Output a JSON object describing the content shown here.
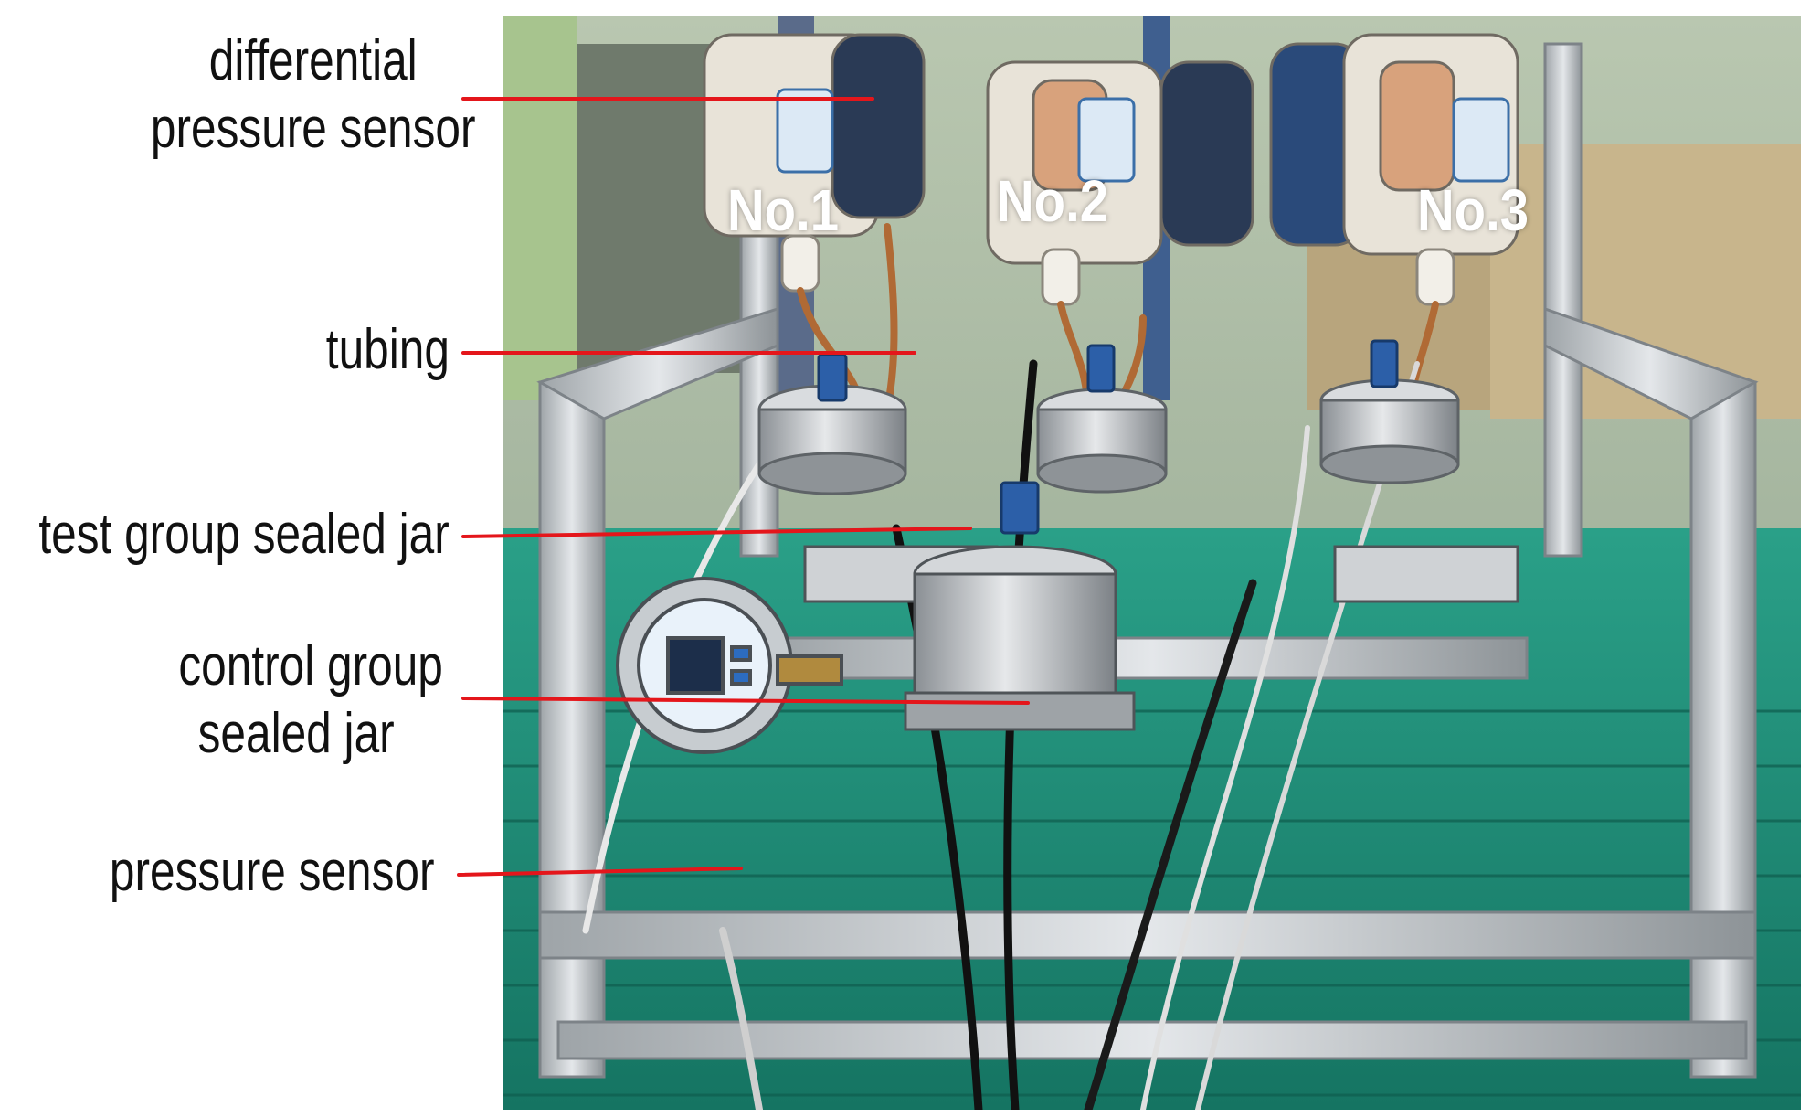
{
  "labels": {
    "differential_line1": "differential",
    "differential_line2": "pressure sensor",
    "tubing": "tubing",
    "test_jar": "test group sealed jar",
    "control_line1": "control group",
    "control_line2": "sealed jar",
    "pressure_sensor": "pressure sensor"
  },
  "photo_marks": {
    "no1": "No.1",
    "no2": "No.2",
    "no3": "No.3"
  },
  "colors": {
    "leader": "#e4161b",
    "floor": "#1f8f74",
    "frame": "#c9ced3",
    "sensor_body": "#e9e4da"
  }
}
